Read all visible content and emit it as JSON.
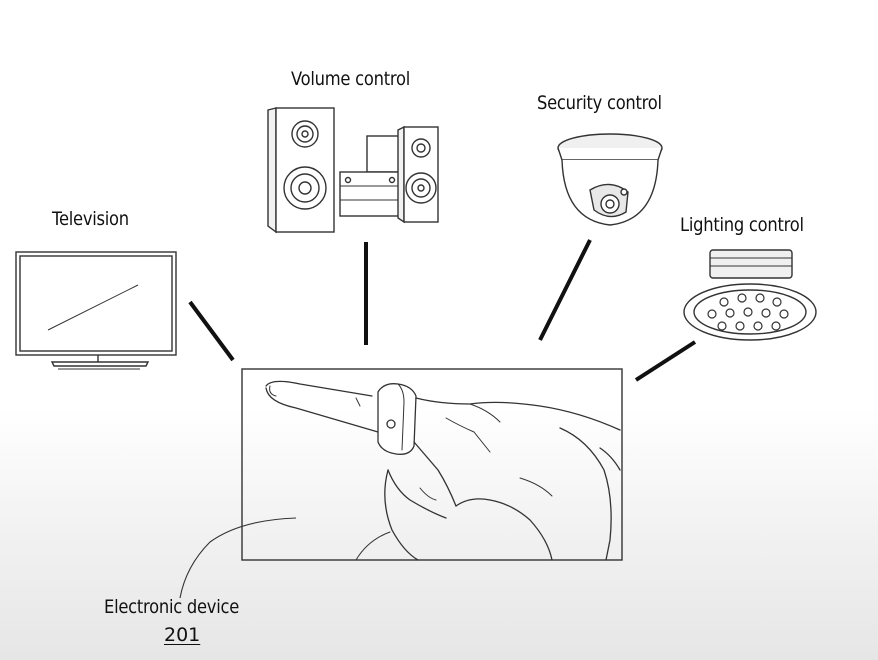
{
  "labels": {
    "television": "Television",
    "volume": "Volume control",
    "security": "Security control",
    "lighting": "Lighting control",
    "device": "Electronic device",
    "device_ref": "201"
  },
  "colors": {
    "line": "#111111",
    "stroke": "#333333",
    "fill": "#ffffff"
  },
  "icons": [
    "television-icon",
    "speaker-system-icon",
    "security-camera-icon",
    "ceiling-light-icon",
    "ring-hand-icon"
  ]
}
